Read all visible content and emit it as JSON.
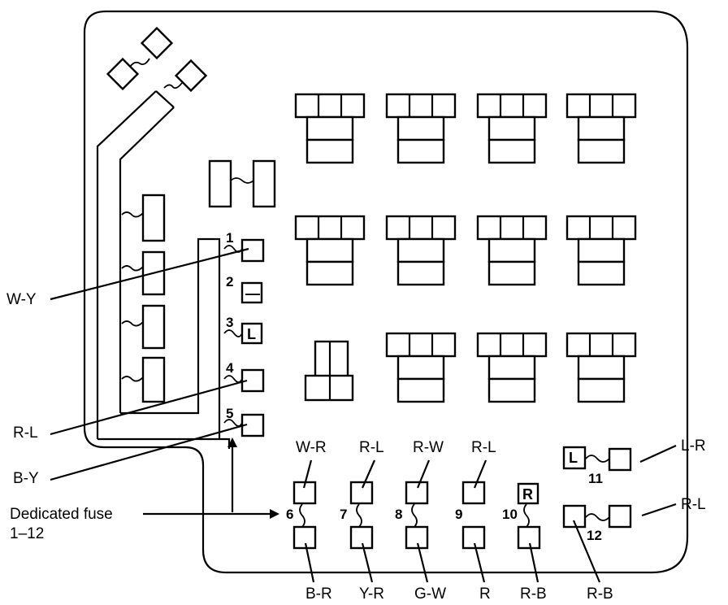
{
  "wire_labels": {
    "w_y": "W-Y",
    "r_l_left": "R-L",
    "b_y": "B-Y",
    "l_r": "L-R",
    "r_l_right": "R-L",
    "top_6": "W-R",
    "top_7": "R-L",
    "top_8": "R-W",
    "top_9": "R-L",
    "bot_6": "B-R",
    "bot_7": "Y-R",
    "bot_8": "G-W",
    "bot_9": "R",
    "bot_10": "R-B",
    "bot_12": "R-B"
  },
  "fuse_numbers": [
    "1",
    "2",
    "3",
    "4",
    "5",
    "6",
    "7",
    "8",
    "9",
    "10",
    "11",
    "12"
  ],
  "terminal_glyphs": {
    "fuse_2": "—",
    "fuse_3": "L",
    "fuse_10": "R",
    "fuse_11": "L"
  },
  "callout": {
    "line1": "Dedicated fuse",
    "line2": "1–12"
  }
}
